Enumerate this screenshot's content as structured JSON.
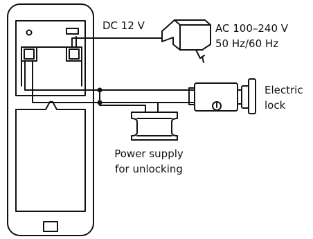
{
  "labels": {
    "dc": "DC 12 V",
    "ac_line1": "AC 100–240 V",
    "ac_line2": "50 Hz/60 Hz",
    "lock_line1": "Electric",
    "lock_line2": "lock",
    "psu_line1": "Power supply",
    "psu_line2": "for unlocking"
  },
  "colors": {
    "stroke": "#111111",
    "background": "#ffffff"
  }
}
